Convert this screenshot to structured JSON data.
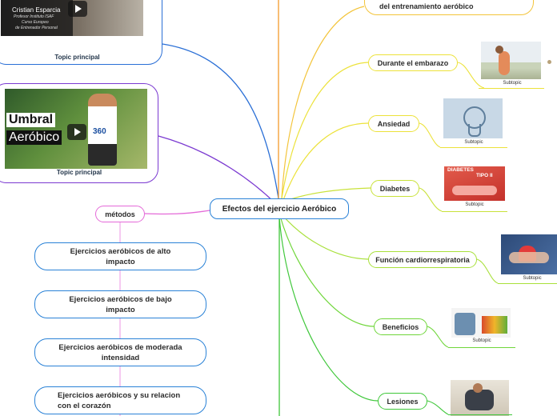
{
  "colors": {
    "central_border": "#2a82d7",
    "blue": "#2a6fd6",
    "purple": "#7b3ad1",
    "magenta": "#e46ad8",
    "orange": "#f39a2b",
    "yellow": "#ece23a",
    "lightgreen": "#a8e03a",
    "green": "#3fc73a"
  },
  "central": {
    "label": "Efectos del ejercicio Aeróbico"
  },
  "videos": [
    {
      "caption": "Topic principal",
      "name": "Cristian Esparcia",
      "lines": [
        "Profesor Instituto ISAF",
        "Curso Europeo",
        "de Entrenador Personal"
      ]
    },
    {
      "caption": "Topic principal",
      "title_line1": "Umbral",
      "title_line2": "Aeróbico",
      "bib": "360"
    }
  ],
  "metodos": {
    "label": "métodos",
    "items": [
      "Ejercicios aeróbicos de alto impacto",
      "Ejercicios aeróbicos de bajo impacto",
      "Ejercicios aeróbicos de moderada intensidad",
      "Ejercicios aeróbicos y su relacion con el corazón"
    ]
  },
  "right_top": {
    "label": "del entrenamiento aeróbico"
  },
  "branches": [
    {
      "label": "Durante el embarazo",
      "subtopic": "Subtopic",
      "icon": "pregnant-woman-photo"
    },
    {
      "label": "Ansiedad",
      "subtopic": "Subtopic",
      "icon": "anxiety-illustration"
    },
    {
      "label": "Diabetes",
      "subtopic": "Subtopic",
      "icon": "diabetes-illustration",
      "img_text": [
        "DIABETES",
        "TIPO II"
      ]
    },
    {
      "label": "Función cardiorrespiratoria",
      "subtopic": "Subtopic",
      "icon": "heart-hands-photo"
    },
    {
      "label": "Beneficios",
      "subtopic": "Subtopic",
      "icon": "exercise-food-photo"
    },
    {
      "label": "Lesiones",
      "subtopic": "",
      "icon": "injured-runner-photo"
    }
  ]
}
